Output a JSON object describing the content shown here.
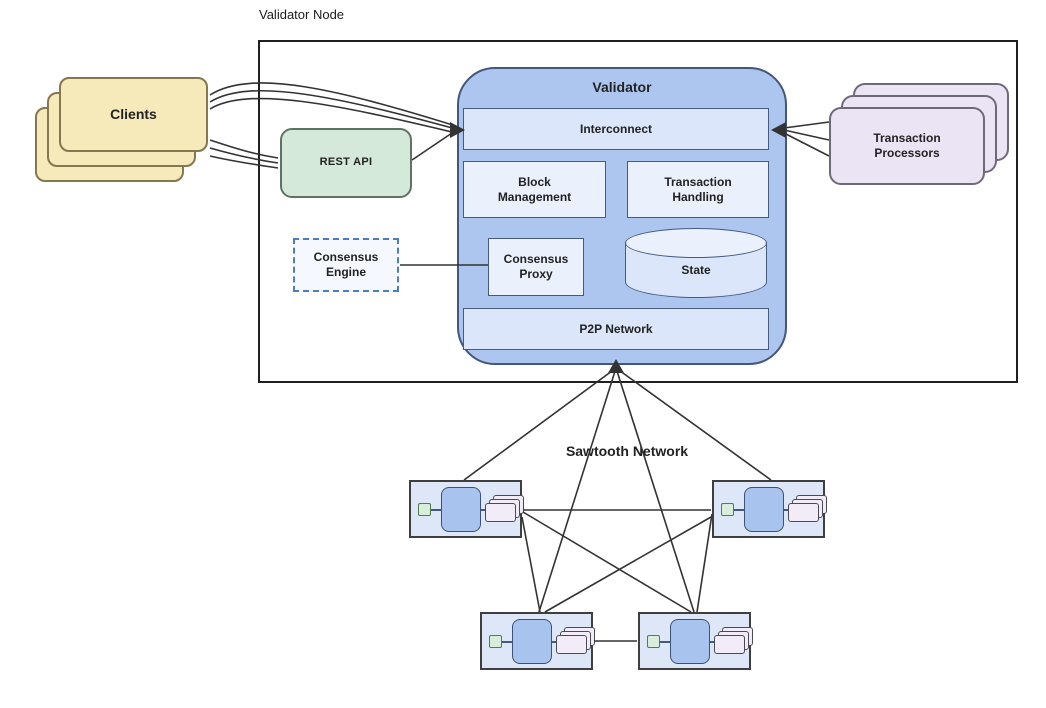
{
  "labels": {
    "validator_node": "Validator Node",
    "clients": "Clients",
    "rest_api": "REST API",
    "validator": "Validator",
    "interconnect": "Interconnect",
    "block_management": "Block Management",
    "transaction_handling": "Transaction Handling",
    "consensus_engine": "Consensus Engine",
    "consensus_proxy": "Consensus Proxy",
    "state": "State",
    "p2p_network": "P2P Network",
    "transaction_processors": "Transaction Processors",
    "sawtooth_network": "Sawtooth Network"
  },
  "colors": {
    "validator_fill": "#adc6f0",
    "validator_border": "#44567a",
    "bar_fill": "#dbe6fa",
    "inner_fill": "#eaf0fc",
    "inner_border": "#46597f",
    "clients_fill": "#f6eaba",
    "clients_border": "#85774f",
    "rest_fill": "#d5e9da",
    "rest_border": "#5f7265",
    "tp_fill": "#ebe4f5",
    "tp_border": "#6f6878",
    "engine_fill": "#f5f8fe",
    "engine_border": "#4d7cc0",
    "node_fill": "#dde7f7",
    "node_border": "#3f3f3f",
    "node_green_fill": "#d9eeda",
    "node_green_border": "#4e7d52",
    "node_blue_fill": "#a9c3ef",
    "node_blue_border": "#3c5177",
    "card_fill": "#f2ecf8",
    "card_border": "#4a4a55",
    "wire": "#333333",
    "outer_border": "#1f1f1f",
    "text": "#222222"
  }
}
